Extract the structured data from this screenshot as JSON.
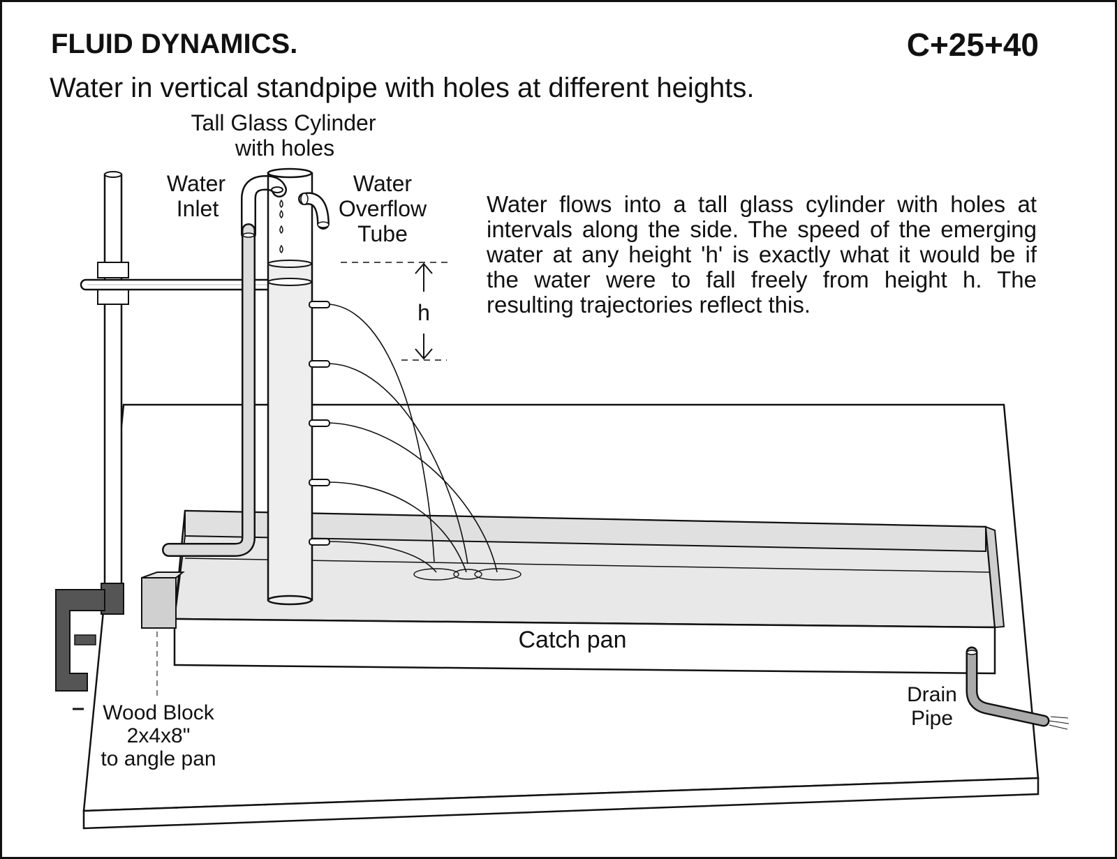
{
  "header": {
    "title": "FLUID DYNAMICS.",
    "code": "C+25+40",
    "subtitle": "Water in vertical standpipe with holes at different heights."
  },
  "labels": {
    "cylinder": [
      "Tall Glass Cylinder",
      "with holes"
    ],
    "inlet": [
      "Water",
      "Inlet"
    ],
    "overflow": [
      "Water",
      "Overflow",
      "Tube"
    ],
    "height": "h",
    "catch_pan": "Catch pan",
    "drain": [
      "Drain",
      "Pipe"
    ],
    "wood_block": [
      "Wood Block",
      "2x4x8\"",
      "to angle pan"
    ]
  },
  "description": "Water flows into a tall glass cylinder with holes at intervals along the side.  The speed of the emerging water at any height 'h' is exactly what it would be if the water were to fall freely from height h. The resulting trajectories reflect this.",
  "colors": {
    "line": "#111111",
    "pan_fill": "#e8e8e8",
    "clamp": "#555555",
    "pipe_fill": "#dddddd"
  },
  "icons": {
    "height_arrow": "double-arrow-vertical"
  }
}
